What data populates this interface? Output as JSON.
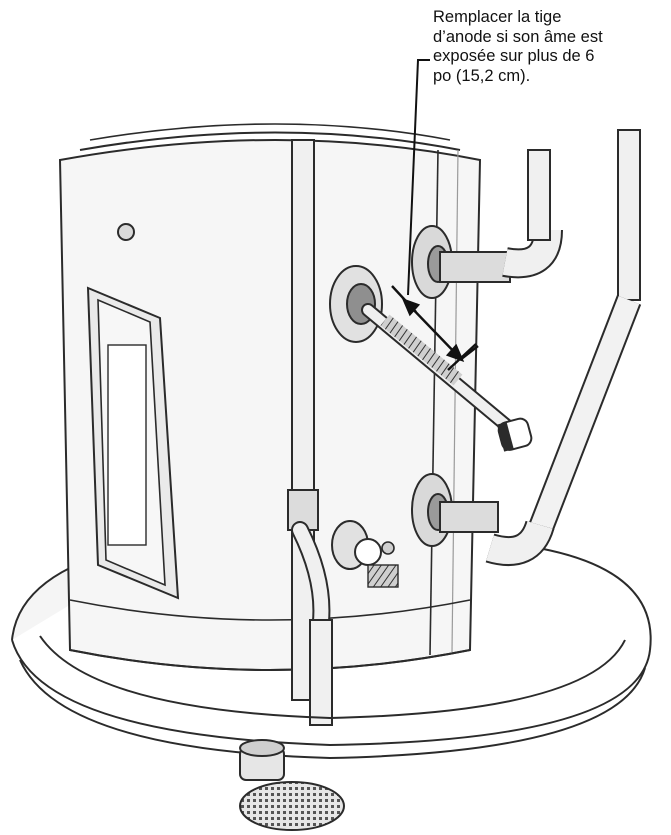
{
  "callout": {
    "lines": [
      "Remplacer la tige",
      "d’anode si son âme est",
      "exposée sur plus de 6",
      "po (15,2 cm)."
    ]
  },
  "colors": {
    "line": "#2b2b2b",
    "fill_light": "#f2f2f2",
    "fill_mid": "#d9d9d9",
    "fill_dark": "#9a9a9a"
  }
}
